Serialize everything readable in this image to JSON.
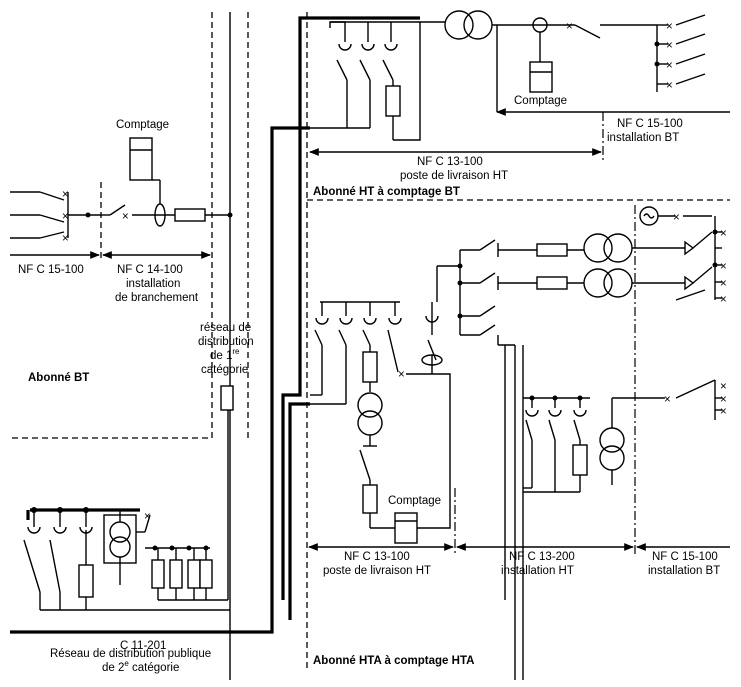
{
  "labels": {
    "comptage_bt": "Comptage",
    "comptage_ht_bt": "Comptage",
    "comptage_hta": "Comptage",
    "nfc15100_left": "NF C 15-100",
    "nfc14100": "NF C 14-100",
    "installation_branchement_1": "installation",
    "installation_branchement_2": "de branchement",
    "reseau_1ere_1": "réseau de",
    "reseau_1ere_2": "distribution",
    "reseau_1ere_3": "de 1",
    "reseau_1ere_sup": "re",
    "reseau_1ere_4": "catégorie",
    "abonne_bt": "Abonné BT",
    "c11201": "C 11-201",
    "reseau_2e_1": "Réseau de distribution publique",
    "reseau_2e_2": "de 2",
    "reseau_2e_sup": "e",
    "reseau_2e_3": " catégorie",
    "nfc13100_top": "NF C 13-100",
    "poste_livraison_top": "poste de livraison HT",
    "nfc15100_top": "NF C 15-100",
    "installation_bt_top": "installation BT",
    "abonne_ht_bt": "Abonné HT à comptage BT",
    "nfc13100_bottom": "NF C 13-100",
    "poste_livraison_bottom": "poste de livraison HT",
    "nfc13200": "NF C 13-200",
    "installation_ht": "installation HT",
    "nfc15100_bottom": "NF C 15-100",
    "installation_bt_bottom": "installation BT",
    "abonne_hta_hta": "Abonné HTA à comptage HTA"
  }
}
